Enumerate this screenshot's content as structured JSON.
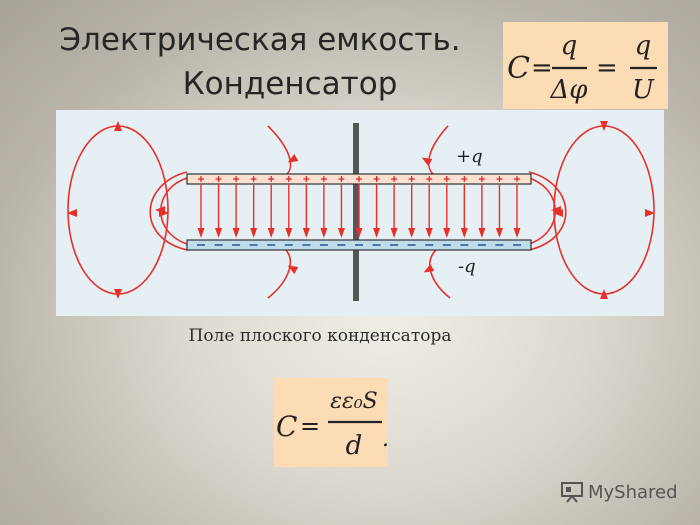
{
  "title": {
    "line1": "Электрическая емкость.",
    "line2": "Конденсатор"
  },
  "formula_top": {
    "lhs": "C",
    "eq1": "=",
    "num1": "q",
    "den1": "Δφ",
    "eq2": "=",
    "num2": "q",
    "den2": "U"
  },
  "diagram": {
    "plus_label": "+q",
    "minus_label": "-q",
    "colors": {
      "field_line": "#e8302a",
      "plate_top": "#fbe0d2",
      "plate_bottom": "#bfdde9",
      "rod": "#555555"
    }
  },
  "caption": "Поле плоского конденсатора",
  "formula_bottom": {
    "lhs": "C",
    "eq": "=",
    "num": "εε₀S",
    "den": "d",
    "trailing": "."
  },
  "watermark": {
    "brand": "MyShared",
    "icon": "presentation-board-icon"
  }
}
